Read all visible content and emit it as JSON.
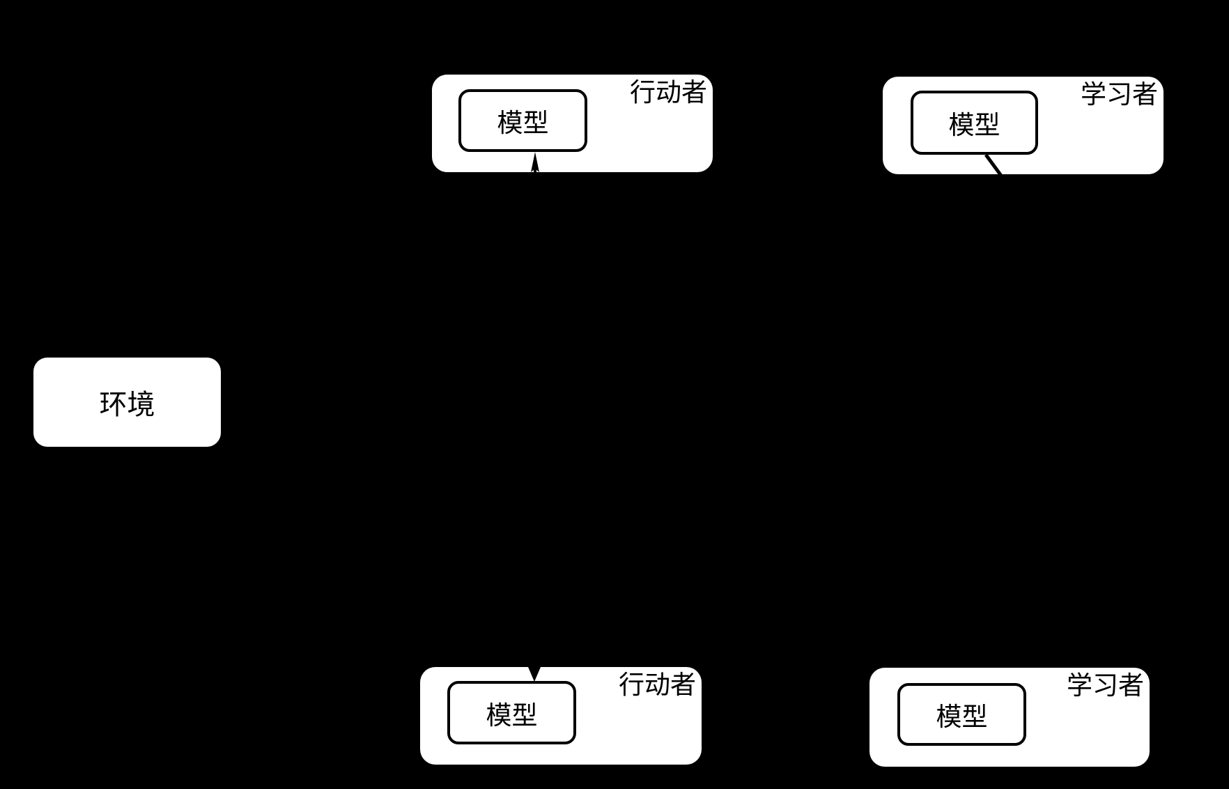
{
  "diagram": {
    "background_color": "#000000",
    "node_fill_color": "#ffffff",
    "stroke_color": "#000000",
    "environment": {
      "label": "环境"
    },
    "top_actor": {
      "title": "行动者",
      "model_label": "模型"
    },
    "top_learner": {
      "title": "学习者",
      "model_label": "模型"
    },
    "bottom_actor": {
      "title": "行动者",
      "model_label": "模型"
    },
    "bottom_learner": {
      "title": "学习者",
      "model_label": "模型"
    }
  }
}
